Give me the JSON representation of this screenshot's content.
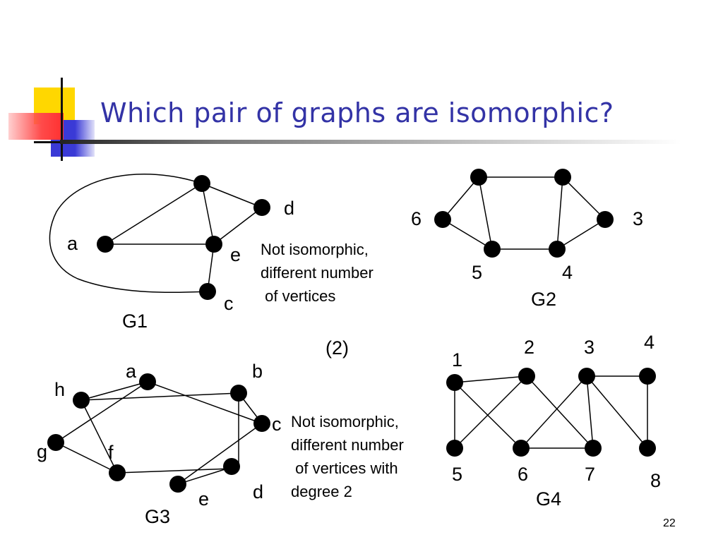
{
  "slide": {
    "title": "Which pair of graphs are isomorphic?",
    "page_number": "22"
  },
  "graph1": {
    "name": "G1",
    "labels": {
      "a": "a",
      "c": "c",
      "d": "d",
      "e": "e"
    }
  },
  "graph2": {
    "name": "G2",
    "labels": {
      "l3": "3",
      "l4": "4",
      "l5": "5",
      "l6": "6"
    }
  },
  "graph3": {
    "name": "G3",
    "labels": {
      "a": "a",
      "b": "b",
      "c": "c",
      "d": "d",
      "e": "e",
      "f": "f",
      "g": "g",
      "h": "h"
    }
  },
  "graph4": {
    "name": "G4",
    "labels": {
      "l1": "1",
      "l2": "2",
      "l3": "3",
      "l4": "4",
      "l5": "5",
      "l6": "6",
      "l7": "7",
      "l8": "8"
    }
  },
  "pair_label": "(2)",
  "notes": {
    "first": "Not isomorphic,\ndifferent number\n of vertices",
    "second": "Not isomorphic,\ndifferent number\n of vertices with\ndegree 2"
  },
  "colors": {
    "title": "#3333a6",
    "node": "#000000",
    "edge": "#000000",
    "logo_yellow": "#ffd700",
    "logo_red": "#ff4a4a",
    "logo_blue": "#3a3ad6"
  }
}
